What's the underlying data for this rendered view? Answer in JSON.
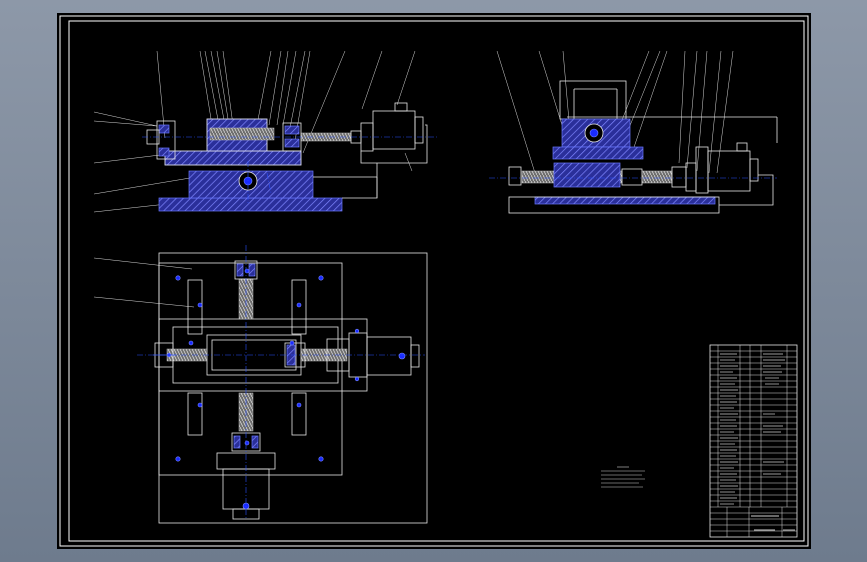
{
  "viewport": {
    "background": "#000000",
    "line_color": "#e8e8e8",
    "section_color": "#3a5dff",
    "window_gradient": [
      "#8d98a8",
      "#6e7b8d"
    ]
  },
  "drawing": {
    "title_block_text": "",
    "views": [
      "front-section-view",
      "side-section-view",
      "top-view"
    ]
  }
}
